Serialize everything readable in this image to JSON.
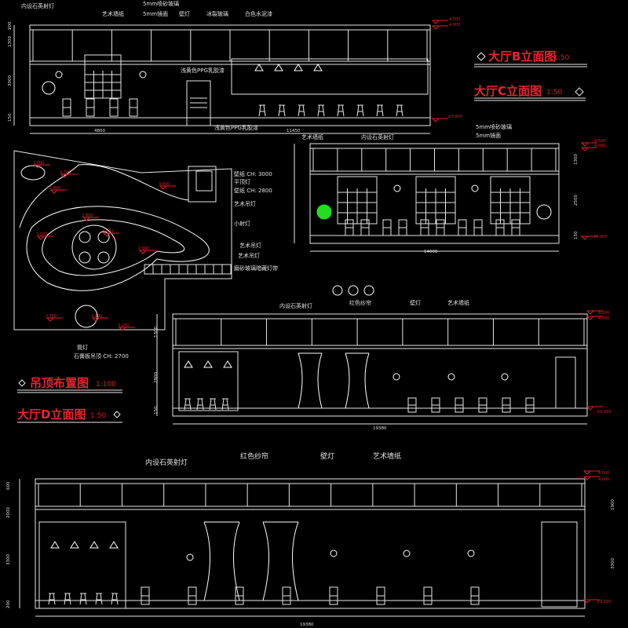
{
  "titles": {
    "b": {
      "name": "大厅B立面图",
      "scale": "1:50"
    },
    "c": {
      "name": "大厅C立面图",
      "scale": "1:50"
    },
    "plan": {
      "name": "吊顶布置图",
      "scale": "1:100"
    },
    "d": {
      "name": "大厅D立面图",
      "scale": "1:50"
    }
  },
  "elev_b": {
    "labels": [
      "内设石英射灯",
      "艺术墙纸",
      "5mm喷砂玻璃",
      "5mm镜面",
      "壁灯",
      "冰裂玻璃",
      "白色水泥漆"
    ],
    "mid_label": "浅黄色PPG乳胶漆",
    "bottom_label": "浅黄色PPG乳胶漆",
    "dims": [
      "4800",
      "11450"
    ],
    "vdims": [
      "200",
      "1300",
      "3000",
      "150"
    ],
    "levels": [
      "4.500",
      "4.000",
      "±0.000"
    ]
  },
  "elev_c": {
    "labels": [
      "艺术墙纸",
      "内设石英射灯",
      "5mm喷砂玻璃",
      "5mm镜面"
    ],
    "dim": "14000",
    "vdims": [
      "1300",
      "2500",
      "150"
    ],
    "levels": [
      "4.500",
      "4.000",
      "±0.000"
    ]
  },
  "plan": {
    "callouts": [
      "壁纸  CH: 3000",
      "平顶灯",
      "壁纸  CH: 2800",
      "艺术吊灯",
      "小射灯",
      "艺术吊灯",
      "艺术吊灯",
      "磨砂玻璃暗藏灯带"
    ],
    "bottom_callouts": [
      "筒灯",
      "石膏板吊顶  CH: 2700"
    ],
    "levels": [
      "3.000",
      "3.300",
      "2.800",
      "3.000",
      "2.800",
      "3.300",
      "2.800",
      "2.900",
      "2.700",
      "2.800",
      "3.200"
    ]
  },
  "elev_d": {
    "labels": [
      "内设石英射灯",
      "红色纱帘",
      "壁灯",
      "艺术墙纸"
    ],
    "dim": "19380",
    "vdims": [
      "1300",
      "2800",
      "150"
    ],
    "levels": [
      "4.500",
      "4.000",
      "±0.000"
    ]
  },
  "elev_bottom": {
    "labels": [
      "内设石英射灯",
      "红色纱帘",
      "壁灯",
      "艺术墙纸"
    ],
    "dim": "19380",
    "vdims": [
      "600",
      "2000",
      "3300",
      "200"
    ],
    "rvdims": [
      "1900",
      "3300"
    ],
    "levels": [
      "4.500",
      "4.000",
      "±0.000"
    ]
  }
}
